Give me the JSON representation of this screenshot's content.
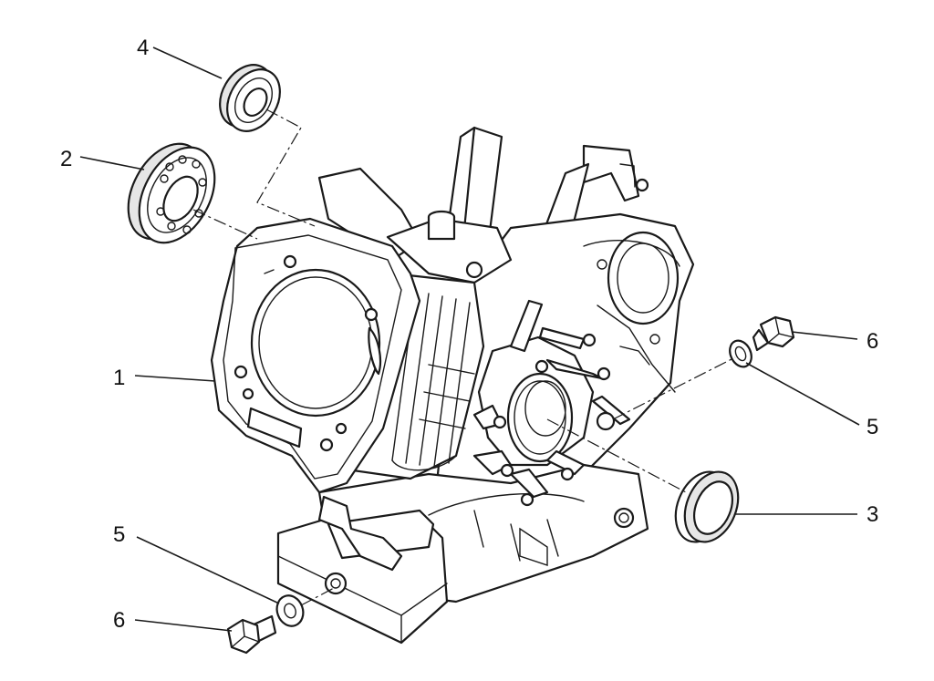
{
  "callouts": {
    "c1": "1",
    "c2": "2",
    "c3": "3",
    "c4": "4",
    "c5_right": "5",
    "c5_left": "5",
    "c6_right": "6",
    "c6_left": "6"
  }
}
